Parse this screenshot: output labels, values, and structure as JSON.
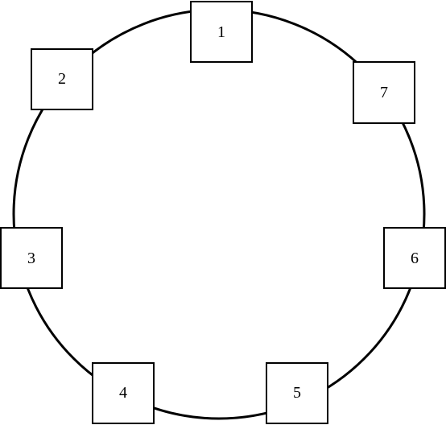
{
  "diagram": {
    "type": "ring",
    "nodes": [
      {
        "label": "1"
      },
      {
        "label": "2"
      },
      {
        "label": "3"
      },
      {
        "label": "4"
      },
      {
        "label": "5"
      },
      {
        "label": "6"
      },
      {
        "label": "7"
      }
    ]
  }
}
